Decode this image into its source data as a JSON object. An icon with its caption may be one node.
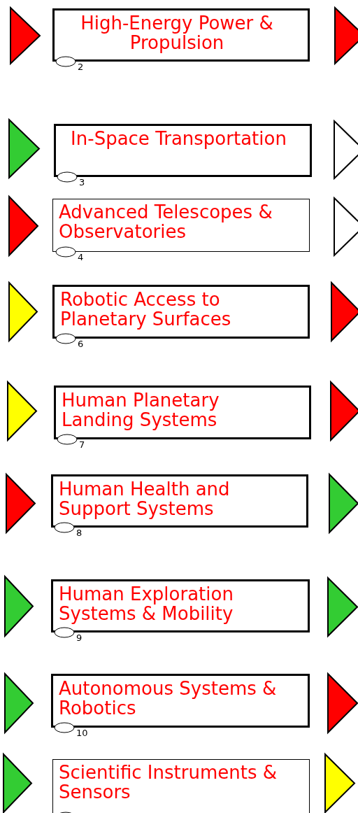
{
  "diagram": {
    "nodes": [
      {
        "text": [],
        "shape": "triangle"
      },
      {
        "text": [
          "High-Energy Power & Propulsion"
        ],
        "beside": [
          "2"
        ]
      },
      {
        "text": [],
        "shape": "triangle"
      },
      {
        "text": [],
        "shape": "triangle"
      },
      {
        "text": [
          "In-Space Transportation"
        ],
        "beside": [
          "3"
        ]
      },
      {
        "text": [],
        "shape": "triangle"
      },
      {
        "text": [],
        "shape": "triangle"
      },
      {
        "text": [
          "Advanced Telescopes & Observatories"
        ],
        "beside": [
          "4"
        ]
      },
      {
        "text": [],
        "shape": "triangle"
      },
      {
        "text": [],
        "shape": "triangle"
      },
      {
        "text": [
          "Robotic Access to Planetary Surfaces"
        ],
        "beside": [
          "6"
        ]
      },
      {
        "text": [],
        "shape": "triangle"
      },
      {
        "text": [],
        "shape": "triangle"
      },
      {
        "text": [
          "Human Planetary Landing Systems"
        ],
        "beside": [
          "7"
        ]
      },
      {
        "text": [],
        "shape": "triangle"
      },
      {
        "text": [],
        "shape": "triangle"
      },
      {
        "text": [
          "Human Health and Support Systems"
        ],
        "beside": [
          "8"
        ]
      },
      {
        "text": [],
        "shape": "triangle"
      },
      {
        "text": [],
        "shape": "triangle"
      },
      {
        "text": [
          "Human Exploration Systems & Mobility"
        ],
        "beside": [
          "9"
        ]
      },
      {
        "text": [],
        "shape": "triangle"
      },
      {
        "text": [],
        "shape": "triangle"
      },
      {
        "text": [
          "Autonomous Systems & Robotics"
        ],
        "beside": [
          "10"
        ]
      },
      {
        "text": [],
        "shape": "triangle"
      },
      {
        "text": [],
        "shape": "triangle"
      },
      {
        "text": [
          "Scientific Instruments & Sensors"
        ]
      },
      {
        "text": [],
        "shape": "triangle"
      }
    ]
  }
}
